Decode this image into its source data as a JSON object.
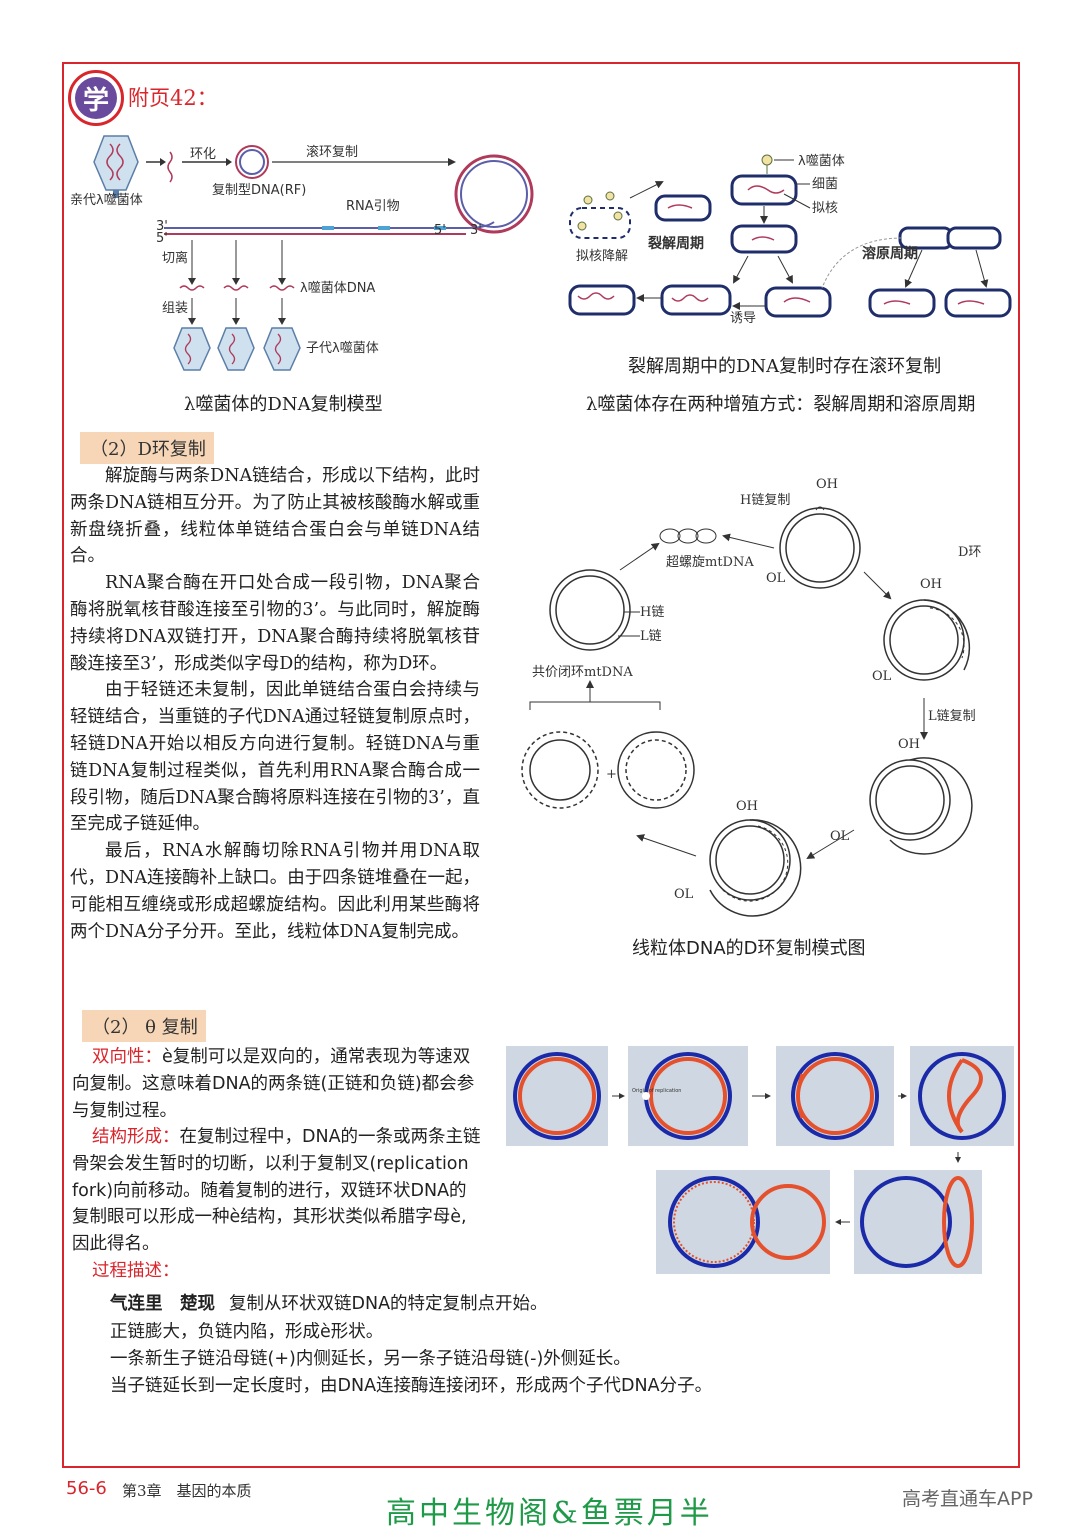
{
  "header": {
    "badge": "学",
    "title": "附页42："
  },
  "lambda_model": {
    "caption": "λ噬菌体的DNA复制模型",
    "labels": {
      "parent": "亲代λ噬菌体",
      "circularize": "环化",
      "rf": "复制型DNA(RF)",
      "rolling": "滚环复制",
      "primer": "RNA引物",
      "end3": "3'",
      "end5": "5'",
      "end3b": "3'",
      "end5b": "5'",
      "cut": "切离",
      "dna": "λ噬菌体DNA",
      "assemble": "组装",
      "progeny": "子代λ噬菌体"
    }
  },
  "lytic": {
    "subcaption": "裂解周期中的DNA复制时存在滚环复制",
    "caption": "λ噬菌体存在两种增殖方式：裂解周期和溶原周期",
    "labels": {
      "phage": "λ噬菌体",
      "bacteria": "细菌",
      "nucleoid": "拟核",
      "lytic_cycle": "裂解周期",
      "lysogenic_cycle": "溶原周期",
      "nucleoid_degrade": "拟核降解",
      "induce": "诱导"
    }
  },
  "d_loop": {
    "title": "（2）D环复制",
    "paragraphs": [
      "解旋酶与两条DNA链结合，形成以下结构，此时两条DNA链相互分开。为了防止其被核酸酶水解或重新盘绕折叠，线粒体单链结合蛋白会与单链DNA结合。",
      "RNA聚合酶在开口处合成一段引物，DNA聚合酶将脱氧核苷酸连接至引物的3’。与此同时，解旋酶持续将DNA双链打开，DNA聚合酶持续将脱氧核苷酸连接至3’，形成类似字母D的结构，称为D环。",
      "由于轻链还未复制，因此单链结合蛋白会持续与轻链结合，当重链的子代DNA通过轻链复制原点时，轻链DNA开始以相反方向进行复制。轻链DNA与重链DNA复制过程类似，首先利用RNA聚合酶合成一段引物，随后DNA聚合酶将原料连接在引物的3’，直至完成子链延伸。",
      "最后，RNA水解酶切除RNA引物并用DNA取代，DNA连接酶补上缺口。由于四条链堆叠在一起，可能相互缠绕或形成超螺旋结构。因此利用某些酶将两个DNA分子分开。至此，线粒体DNA复制完成。"
    ],
    "diagram_caption": "线粒体DNA的D环复制模式图",
    "diagram_labels": {
      "h_strand_rep": "H链复制",
      "supercoil": "超螺旋mtDNA",
      "h_strand": "H链",
      "l_strand": "L链",
      "closed": "共价闭环mtDNA",
      "d_loop": "D环",
      "l_strand_rep": "L链复制",
      "oh": "OH",
      "ol": "OL",
      "plus": "+"
    }
  },
  "theta": {
    "title": "（2） θ 复制",
    "bidirectional_label": "双向性：",
    "bidirectional_text": "è复制可以是双向的，通常表现为等速双向复制。这意味着DNA的两条链(正链和负链)都会参与复制过程。",
    "structure_label": "结构形成：",
    "structure_text": "在复制过程中，DNA的一条或两条主链骨架会发生暂时的切断，以利于复制叉(replication fork)向前移动。随着复制的进行，双链环状DNA的复制眼可以形成一种è结构，其形状类似希腊字母è,因此得名。",
    "process_label": "过程描述：",
    "steps_lead": "气连里　楚现",
    "steps": [
      "复制从环状双链DNA的特定复制点开始。",
      "正链膨大，负链内陷，形成è形状。",
      "一条新生子链沿母链(+)内侧延长，另一条子链沿母链(-)外侧延长。",
      "当子链延长到一定长度时，由DNA连接酶连接闭环，形成两个子代DNA分子。"
    ],
    "origin_label": "Origin of replication"
  },
  "footer": {
    "page": "56-6",
    "chapter": "第3章　基因的本质",
    "brand": "高中生物阁&鱼票月半",
    "watermark": "高考直通车APP"
  },
  "colors": {
    "accent_red": "#d8262c",
    "brand_green": "#1f9a48",
    "badge_purple": "#6a4a9c",
    "tag_bg": "#f6d6b6"
  }
}
